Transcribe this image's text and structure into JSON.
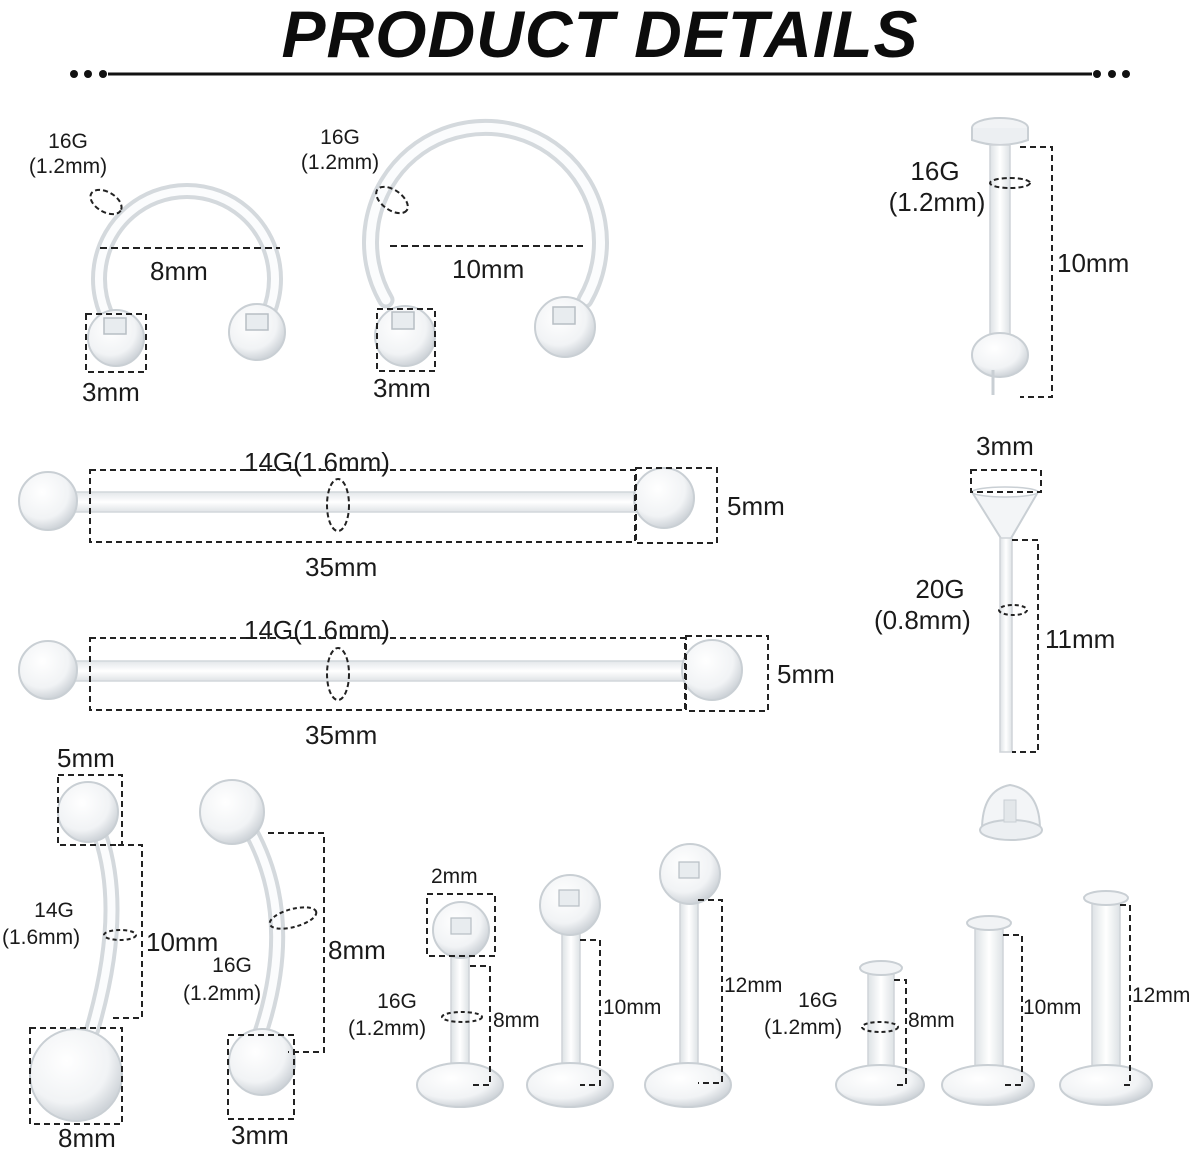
{
  "title": "PRODUCT DETAILS",
  "labels": {
    "h1_gauge_a": "16G",
    "h1_gauge_b": "(1.2mm)",
    "h1_diam": "8mm",
    "h1_ball": "3mm",
    "h2_gauge_a": "16G",
    "h2_gauge_b": "(1.2mm)",
    "h2_diam": "10mm",
    "h2_ball": "3mm",
    "lab_gauge_a": "16G",
    "lab_gauge_b": "(1.2mm)",
    "lab_len": "10mm",
    "b1_gauge": "14G(1.6mm)",
    "b1_len": "35mm",
    "b1_ball": "5mm",
    "b2_gauge": "14G(1.6mm)",
    "b2_len": "35mm",
    "b2_ball": "5mm",
    "stud_head": "3mm",
    "stud_gauge_a": "20G",
    "stud_gauge_b": "(0.8mm)",
    "stud_len": "11mm",
    "belly1_top": "5mm",
    "belly1_gauge_a": "14G",
    "belly1_gauge_b": "(1.6mm)",
    "belly1_len": "10mm",
    "belly1_bottom": "8mm",
    "belly2_gauge_a": "16G",
    "belly2_gauge_b": "(1.2mm)",
    "belly2_len": "8mm",
    "belly2_ball": "3mm",
    "lb_ball": "2mm",
    "lb_gauge_a": "16G",
    "lb_gauge_b": "(1.2mm)",
    "lb_8": "8mm",
    "lb_10": "10mm",
    "lb_12": "12mm",
    "fl_gauge_a": "16G",
    "fl_gauge_b": "(1.2mm)",
    "fl_8": "8mm",
    "fl_10": "10mm",
    "fl_12": "12mm"
  }
}
